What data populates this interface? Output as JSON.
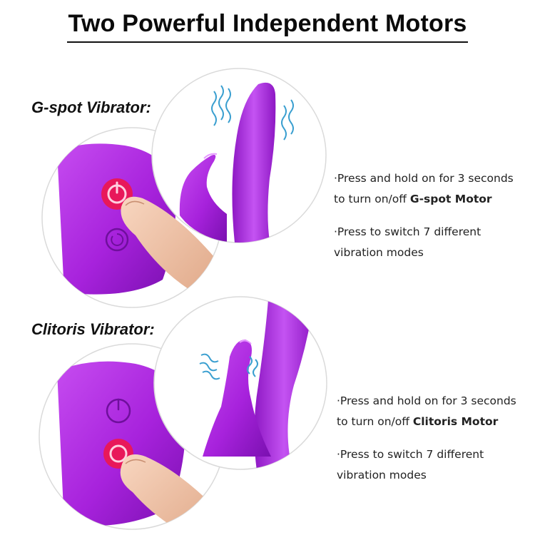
{
  "title": "Two Powerful Independent Motors",
  "sections": [
    {
      "label": "G-spot Vibrator:",
      "bullet1_line1": "·Press and hold on for 3 seconds",
      "bullet1_line2_prefix": "to turn on/off ",
      "bullet1_line2_bold": "G-spot Motor",
      "bullet2_line1": "·Press to switch 7 different",
      "bullet2_line2": "vibration modes"
    },
    {
      "label": "Clitoris Vibrator:",
      "bullet1_line1": "·Press and hold on for 3 seconds",
      "bullet1_line2_prefix": "to turn on/off ",
      "bullet1_line2_bold": "Clitoris Motor",
      "bullet2_line1": "·Press to switch 7 different",
      "bullet2_line2": "vibration modes"
    }
  ],
  "colors": {
    "purple": "#b32ee0",
    "purple_dark": "#7d12b0",
    "button_pink": "#e8185a",
    "skin": "#f2c4a8"
  },
  "icons": [
    "power-icon",
    "cycle-icon",
    "vibration-waves-icon"
  ]
}
